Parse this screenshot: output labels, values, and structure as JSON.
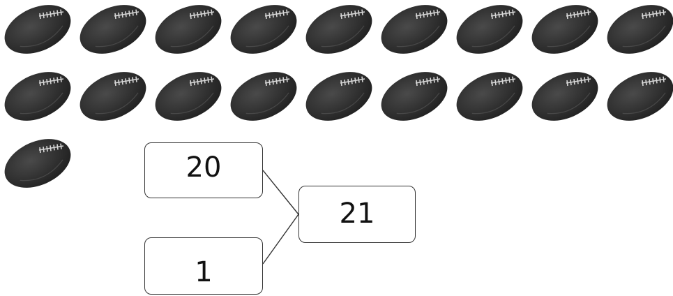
{
  "diagram": {
    "ball_count": 19,
    "icon": "football-icon",
    "colors": {
      "ball_dark": "#1e1e1e",
      "ball_mid": "#4a4a4a",
      "lace": "#d8d8d8",
      "box_border": "#333333"
    },
    "part_top": "20",
    "part_bottom": "1",
    "whole": "21"
  }
}
